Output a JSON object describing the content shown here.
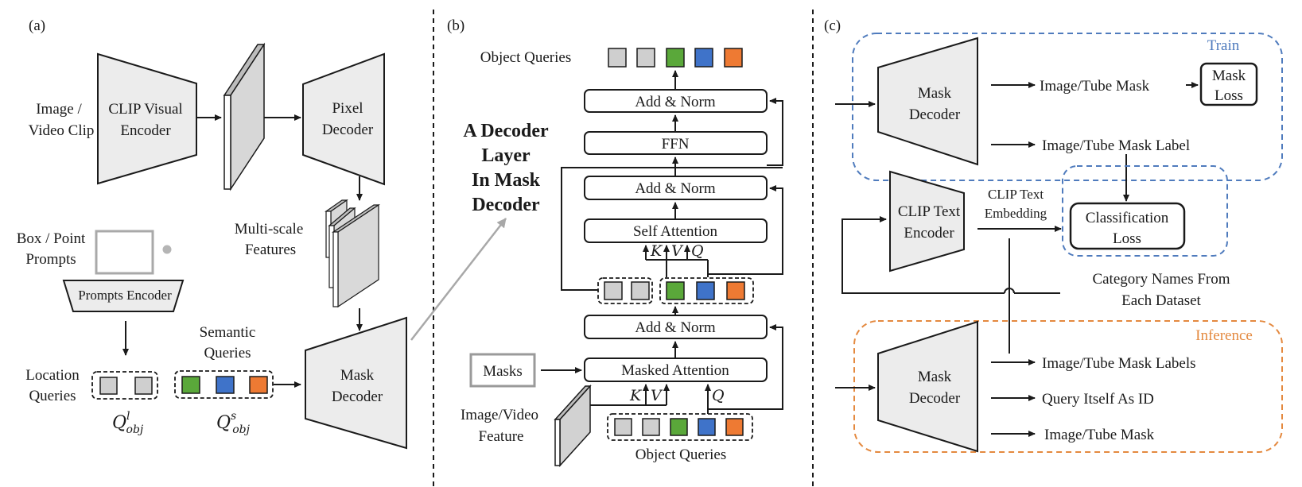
{
  "panels": {
    "a": "(a)",
    "b": "(b)",
    "c": "(c)"
  },
  "colors": {
    "grey": "#cfcfcf",
    "green": "#5aa83a",
    "blue": "#3f73c9",
    "orange": "#ee7a33",
    "train": "#4f7bbd",
    "inference": "#e4893f"
  },
  "panel_a": {
    "input_l1": "Image /",
    "input_l2": "Video Clip",
    "clip_visual_l1": "CLIP Visual",
    "clip_visual_l2": "Encoder",
    "pixel_l1": "Pixel",
    "pixel_l2": "Decoder",
    "multiscale_l1": "Multi-scale",
    "multiscale_l2": "Features",
    "box_l1": "Box / Point",
    "box_l2": "Prompts",
    "prompts_encoder": "Prompts Encoder",
    "semantic_l1": "Semantic",
    "semantic_l2": "Queries",
    "location_l1": "Location",
    "location_l2": "Queries",
    "mask_l1": "Mask",
    "mask_l2": "Decoder",
    "q_base": "Q",
    "q_loc_sup": "l",
    "q_sem_sup": "s",
    "q_sub": "obj"
  },
  "panel_b": {
    "title_l1": "A Decoder",
    "title_l2": "Layer",
    "title_l3": "In Mask",
    "title_l4": "Decoder",
    "object_queries_top": "Object Queries",
    "add_norm": "Add & Norm",
    "ffn": "FFN",
    "self_attention": "Self Attention",
    "masked_attention": "Masked Attention",
    "masks": "Masks",
    "feature_l1": "Image/Video",
    "feature_l2": "Feature",
    "object_queries_bottom": "Object Queries",
    "k": "K",
    "v": "V",
    "q": "Q"
  },
  "panel_c": {
    "train": "Train",
    "inference": "Inference",
    "mask_decoder_l1": "Mask",
    "mask_decoder_l2": "Decoder",
    "image_tube_mask": "Image/Tube Mask",
    "mask_loss_l1": "Mask",
    "mask_loss_l2": "Loss",
    "image_tube_mask_label": "Image/Tube Mask Label",
    "clip_text_l1": "CLIP Text",
    "clip_text_l2": "Encoder",
    "clip_embed_l1": "CLIP Text",
    "clip_embed_l2": "Embedding",
    "class_loss_l1": "Classification",
    "class_loss_l2": "Loss",
    "category_l1": "Category Names From",
    "category_l2": "Each Dataset",
    "image_tube_mask_labels": "Image/Tube Mask Labels",
    "query_itself": "Query Itself As ID",
    "image_tube_mask_inf": "Image/Tube Mask"
  }
}
